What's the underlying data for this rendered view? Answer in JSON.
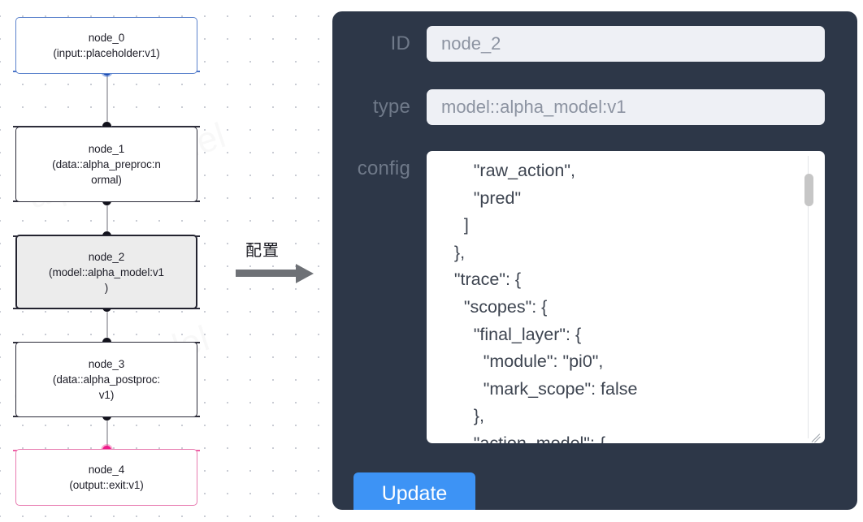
{
  "graph": {
    "nodes": [
      {
        "id": "node_0",
        "type": "(input::placeholder:v1)",
        "label": "node_0\n(input::placeholder:v1)",
        "state": "input",
        "border_color": "#5b82cc",
        "fill": "#ffffff"
      },
      {
        "id": "node_1",
        "type": "(data::alpha_preproc:normal)",
        "label": "node_1\n(data::alpha_preproc:n\normal)",
        "state": "normal",
        "border_color": "#2b2b38",
        "fill": "#ffffff"
      },
      {
        "id": "node_2",
        "type": "(model::alpha_model:v1)",
        "label": "node_2\n(model::alpha_model:v1\n)",
        "state": "selected",
        "border_color": "#23232f",
        "fill": "#ececec"
      },
      {
        "id": "node_3",
        "type": "(data::alpha_postproc:v1)",
        "label": "node_3\n(data::alpha_postproc:\nv1)",
        "state": "normal",
        "border_color": "#2b2b38",
        "fill": "#ffffff"
      },
      {
        "id": "node_4",
        "type": "(output::exit:v1)",
        "label": "node_4\n(output::exit:v1)",
        "state": "output",
        "border_color": "#e87bb0",
        "fill": "#ffffff"
      }
    ],
    "edges": [
      "node_0 -> node_1",
      "node_1 -> node_2",
      "node_2 -> node_3",
      "node_3 -> node_4"
    ],
    "port_colors": {
      "default": "#12121c",
      "input": "#1f4fb5",
      "output": "#ef1a8a"
    }
  },
  "transition": {
    "label": "配置",
    "arrow": "right-arrow"
  },
  "inspector": {
    "accent_color": "#3d93f5",
    "panel_color": "#2d3748",
    "fields": {
      "id": {
        "label": "ID",
        "value": "node_2",
        "placeholder": "node_2"
      },
      "type": {
        "label": "type",
        "value": "model::alpha_model:v1",
        "placeholder": "model::alpha_model:v1"
      },
      "config": {
        "label": "config",
        "value": "        \"raw_action\",\n        \"pred\"\n      ]\n    },\n    \"trace\": {\n      \"scopes\": {\n        \"final_layer\": {\n          \"module\": \"pi0\",\n          \"mark_scope\": false\n        },\n        \"action_model\": {"
      }
    },
    "update_button": {
      "label": "Update"
    },
    "scrollbar": {
      "visible": true
    },
    "resize_handle": {
      "visible": true
    }
  }
}
